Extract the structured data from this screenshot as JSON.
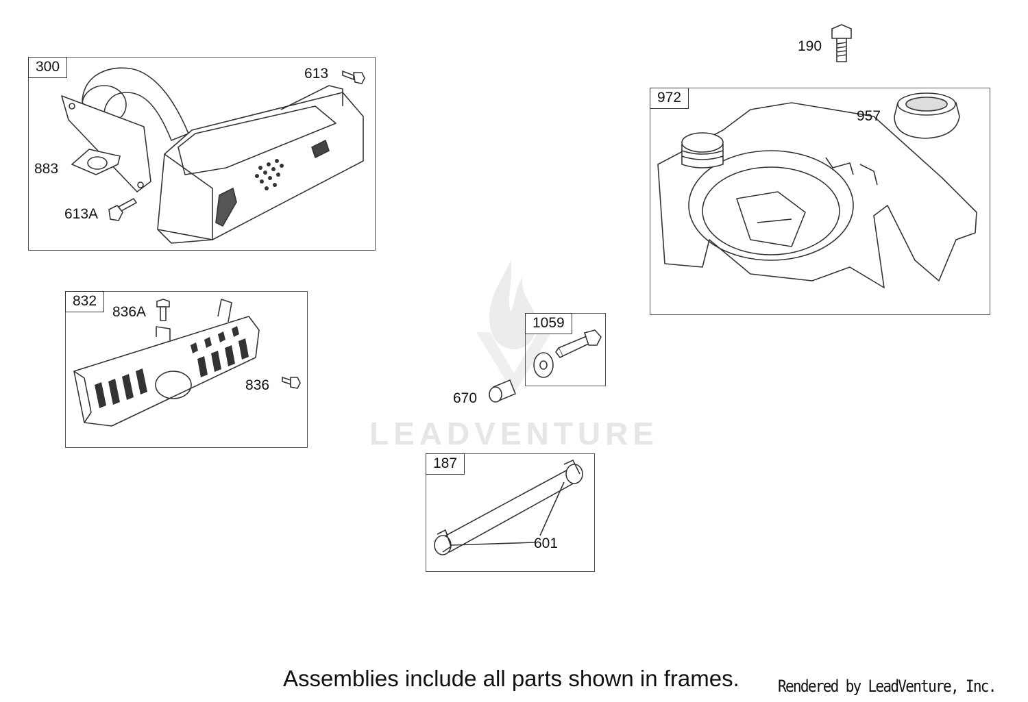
{
  "frames": {
    "f300": "300",
    "f832": "832",
    "f972": "972",
    "f1059": "1059",
    "f187": "187"
  },
  "parts": {
    "p613": "613",
    "p883": "883",
    "p613A": "613A",
    "p836A": "836A",
    "p836": "836",
    "p190": "190",
    "p957": "957",
    "p670": "670",
    "p601": "601"
  },
  "watermark": {
    "text": "LEADVENTURE"
  },
  "footer": {
    "note": "Assemblies include all parts shown in frames.",
    "credit": "Rendered by LeadVenture, Inc."
  },
  "colors": {
    "line": "#333333",
    "watermark": "#e6e6e6"
  }
}
